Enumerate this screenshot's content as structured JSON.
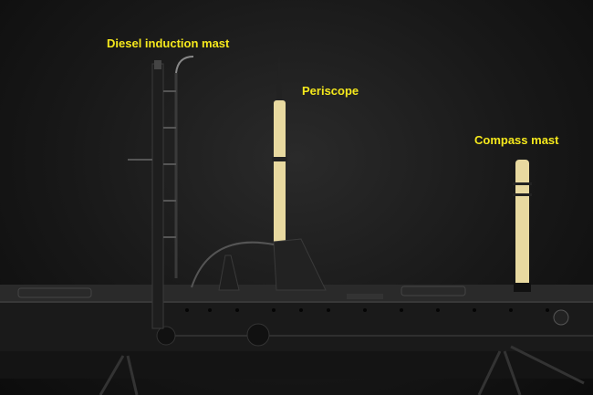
{
  "labels": {
    "diesel_mast": "Diesel induction mast",
    "periscope": "Periscope",
    "compass_mast": "Compass mast"
  },
  "colors": {
    "label": "#f5e81c",
    "background": "#1a1a1a",
    "mast_wood": "#e8d9a0",
    "hull": "#1c1c1c"
  }
}
